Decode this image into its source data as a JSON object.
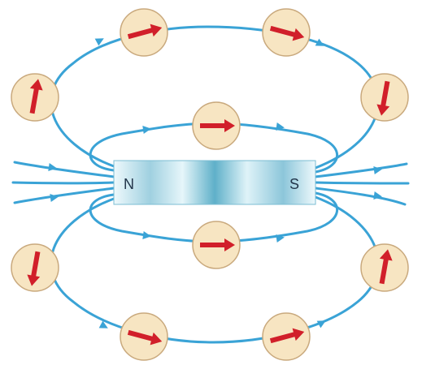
{
  "magnet": {
    "north_label": "N",
    "south_label": "S"
  },
  "colors": {
    "field_line": "#3aa3d6",
    "compass_fill": "#f7e5c2",
    "compass_border": "#c9a97d",
    "needle": "#d11f2a",
    "magnet_light": "#eef9fc",
    "magnet_dark": "#3e9bb8"
  },
  "compasses": [
    {
      "name": "compass-top-left",
      "needle_angle_deg": -15
    },
    {
      "name": "compass-top-right",
      "needle_angle_deg": 15
    },
    {
      "name": "compass-left-upper",
      "needle_angle_deg": -80
    },
    {
      "name": "compass-right-upper",
      "needle_angle_deg": 100
    },
    {
      "name": "compass-center-top",
      "needle_angle_deg": 0
    },
    {
      "name": "compass-center-bottom",
      "needle_angle_deg": 0
    },
    {
      "name": "compass-left-lower",
      "needle_angle_deg": 100
    },
    {
      "name": "compass-right-lower",
      "needle_angle_deg": -80
    },
    {
      "name": "compass-bottom-left",
      "needle_angle_deg": 15
    },
    {
      "name": "compass-bottom-right",
      "needle_angle_deg": -15
    }
  ]
}
